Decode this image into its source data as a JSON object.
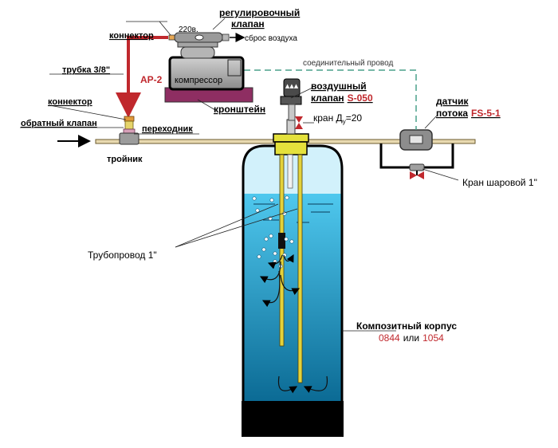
{
  "labels": {
    "regulating_valve_1": "регулировочный",
    "regulating_valve_2": "клапан",
    "connector_top": "коннектор",
    "voltage": "220в.",
    "air_release": "сброс воздуха",
    "tube": "трубка 3/8\"",
    "model_ap": "АР-2",
    "compressor": "компрессор",
    "connection_wire": "соединительный провод",
    "bracket": "кронштейн",
    "air_valve_1": "воздушный",
    "air_valve_2": "клапан",
    "air_valve_model": "S-050",
    "connector_left": "коннектор",
    "check_valve": "обратный клапан",
    "adapter": "переходник",
    "tap_du": "кран Д",
    "tap_du_sub": "у",
    "tap_du_value": "=20",
    "flow_sensor_1": "датчик",
    "flow_sensor_2": "потока",
    "flow_sensor_model": "FS-5-1",
    "tee": "тройник",
    "ball_valve": "Кран шаровой 1\"",
    "pipeline": "Трубопровод 1\"",
    "composite_body": "Композитный корпус",
    "body_model_1": "0844",
    "body_or": "или",
    "body_model_2": "1054"
  },
  "colors": {
    "red_accent": "#c0282d",
    "water_top": "#4fc3e8",
    "water_bottom": "#0d6f9a",
    "air_space": "#d6f3fb",
    "pipe_yellow": "#d8c431",
    "bracket": "#8e2e62",
    "base": "#000000"
  }
}
